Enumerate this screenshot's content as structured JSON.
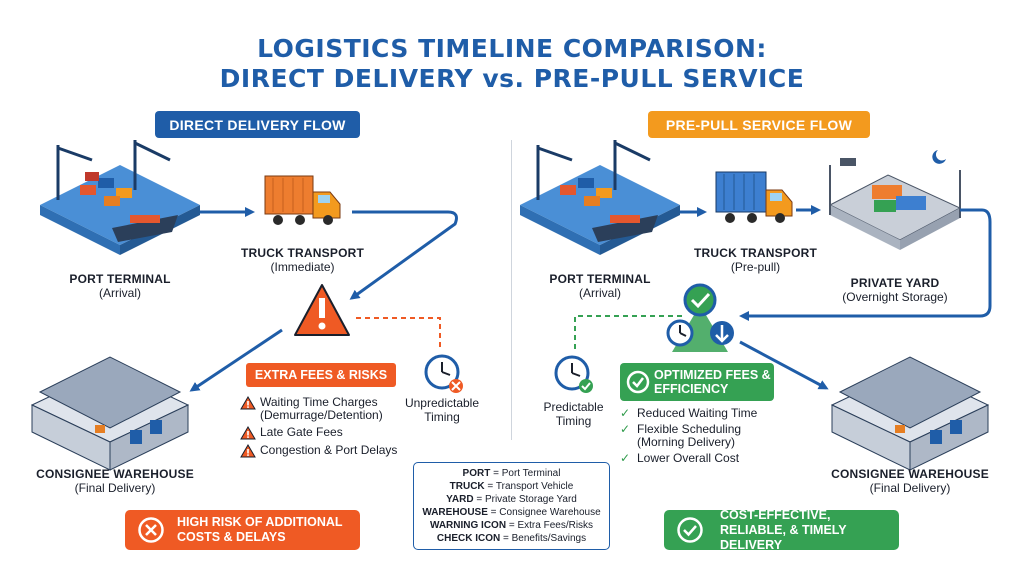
{
  "title": {
    "line1": "LOGISTICS TIMELINE COMPARISON:",
    "line2": "DIRECT DELIVERY vs. PRE-PULL SERVICE"
  },
  "direct": {
    "header": "DIRECT DELIVERY FLOW",
    "port": {
      "name": "PORT TERMINAL",
      "note": "(Arrival)"
    },
    "truck": {
      "name": "TRUCK TRANSPORT",
      "note": "(Immediate)"
    },
    "warehouse": {
      "name": "CONSIGNEE WAREHOUSE",
      "note": "(Final Delivery)"
    },
    "fees_title": "EXTRA FEES & RISKS",
    "risks": [
      "Waiting Time Charges (Demurrage/Detention)",
      "Late Gate Fees",
      "Congestion & Port Delays"
    ],
    "timing": "Unpredictable Timing",
    "outcome": "HIGH RISK OF ADDITIONAL COSTS & DELAYS"
  },
  "prepull": {
    "header": "PRE-PULL SERVICE FLOW",
    "port": {
      "name": "PORT TERMINAL",
      "note": "(Arrival)"
    },
    "truck": {
      "name": "TRUCK TRANSPORT",
      "note": "(Pre-pull)"
    },
    "yard": {
      "name": "PRIVATE YARD",
      "note": "(Overnight Storage)"
    },
    "warehouse": {
      "name": "CONSIGNEE WAREHOUSE",
      "note": "(Final Delivery)"
    },
    "fees_title": "OPTIMIZED FEES & EFFICIENCY",
    "benefits": [
      "Reduced Waiting Time",
      "Flexible Scheduling (Morning Delivery)",
      "Lower Overall Cost"
    ],
    "timing": "Predictable Timing",
    "outcome": "COST-EFFECTIVE, RELIABLE, & TIMELY DELIVERY"
  },
  "legend": [
    {
      "key": "PORT",
      "value": "Port Terminal"
    },
    {
      "key": "TRUCK",
      "value": "Transport Vehicle"
    },
    {
      "key": "YARD",
      "value": "Private Storage Yard"
    },
    {
      "key": "WAREHOUSE",
      "value": "Consignee Warehouse"
    },
    {
      "key": "WARNING ICON",
      "value": "Extra Fees/Risks"
    },
    {
      "key": "CHECK ICON",
      "value": "Benefits/Savings"
    }
  ],
  "colors": {
    "blue": "#1f5da8",
    "orange": "#f39a1e",
    "red": "#ef5a24",
    "green": "#35a153"
  }
}
